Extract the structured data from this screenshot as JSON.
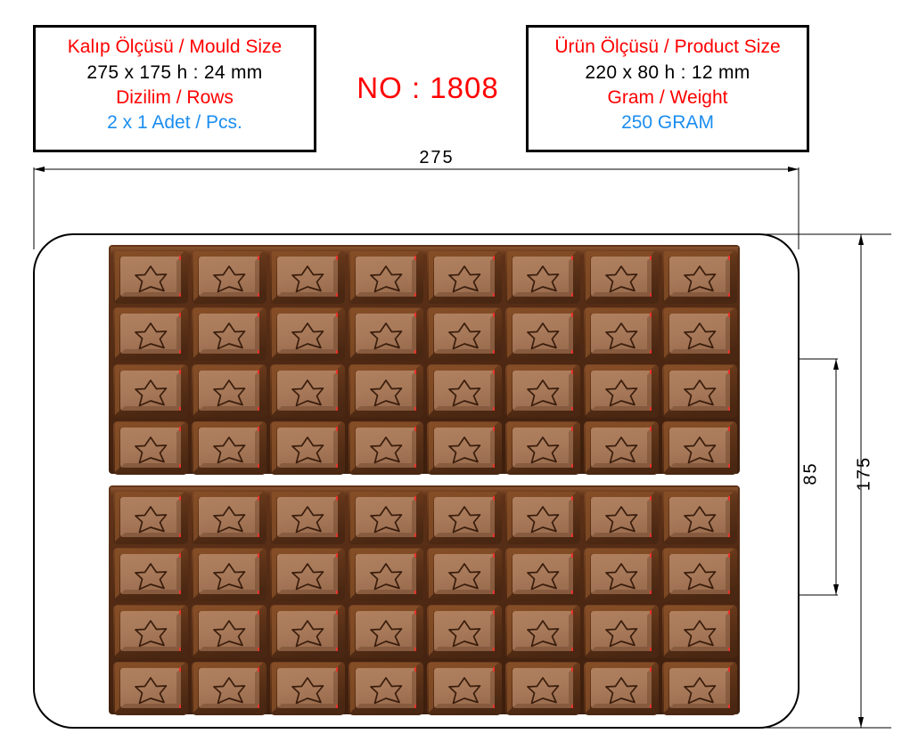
{
  "drawing": {
    "number_label": "NO : 1808",
    "mould_info": {
      "title": "Kalıp Ölçüsü / Mould Size",
      "size": "275 x 175 h : 24 mm",
      "rows_label": "Dizilim / Rows",
      "rows_value": "2 x 1 Adet / Pcs."
    },
    "product_info": {
      "title": "Ürün Ölçüsü / Product Size",
      "size": "220 x 80  h : 12 mm",
      "weight_label": "Gram / Weight",
      "weight_value": "250 GRAM"
    },
    "dimensions": {
      "width": "275",
      "height": "175",
      "product_height": "85"
    },
    "colors": {
      "title_red": "#ff0000",
      "value_black": "#000000",
      "accent_blue": "#1b8df0",
      "chocolate_dark": "#4a2410",
      "chocolate_mid": "#6d3a1c",
      "chocolate_light": "#a9775a",
      "chocolate_face": "#ab7b5d",
      "outline_black": "#000000"
    },
    "mould": {
      "outline_shape": "rounded-rectangle",
      "bars": 2,
      "rows_per_bar": 4,
      "columns_per_bar": 8,
      "cell_motif": "star"
    }
  }
}
